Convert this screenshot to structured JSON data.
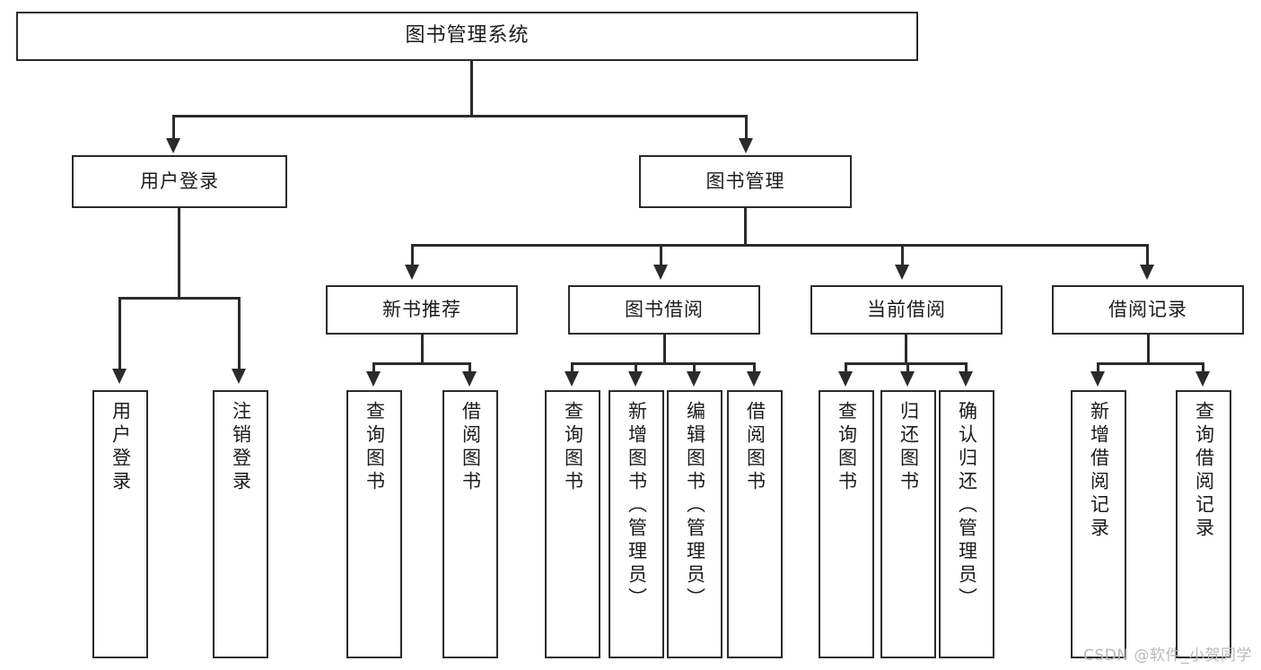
{
  "diagram": {
    "title": "图书管理系统",
    "watermark": "CSDN @软件_小贺同学",
    "colors": {
      "stroke": "#2b2b2b",
      "fill": "#ffffff",
      "text": "#1b1b1b",
      "watermark": "#b9b9b9"
    },
    "root": {
      "label": "图书管理系统"
    },
    "level1": [
      {
        "label": "用户登录"
      },
      {
        "label": "图书管理"
      }
    ],
    "level2": [
      {
        "label": "新书推荐"
      },
      {
        "label": "图书借阅"
      },
      {
        "label": "当前借阅"
      },
      {
        "label": "借阅记录"
      }
    ],
    "leaves": {
      "user_login": [
        {
          "label": "用户登录"
        },
        {
          "label": "注销登录"
        }
      ],
      "new_book": [
        {
          "label": "查询图书"
        },
        {
          "label": "借阅图书"
        }
      ],
      "book_borrow": [
        {
          "label": "查询图书"
        },
        {
          "label": "新增图书（管理员）"
        },
        {
          "label": "编辑图书（管理员）"
        },
        {
          "label": "借阅图书"
        }
      ],
      "current_borrow": [
        {
          "label": "查询图书"
        },
        {
          "label": "归还图书"
        },
        {
          "label": "确认归还（管理员）"
        }
      ],
      "borrow_record": [
        {
          "label": "新增借阅记录"
        },
        {
          "label": "查询借阅记录"
        }
      ]
    }
  }
}
